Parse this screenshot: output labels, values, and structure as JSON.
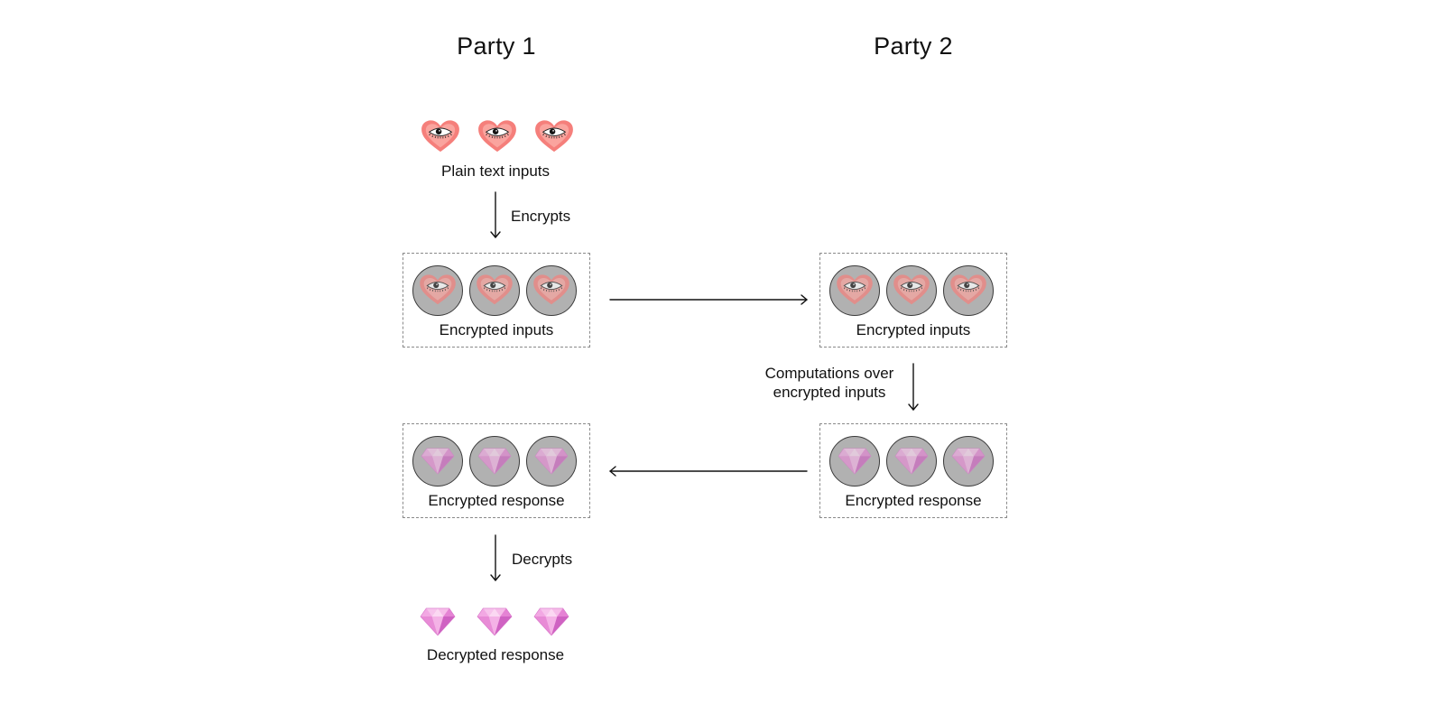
{
  "party1": {
    "title": "Party 1"
  },
  "party2": {
    "title": "Party 2"
  },
  "steps": {
    "plain_inputs": "Plain text inputs",
    "encrypts": "Encrypts",
    "p1_encrypted_inputs": "Encrypted inputs",
    "p2_encrypted_inputs": "Encrypted inputs",
    "computations_line1": "Computations over",
    "computations_line2": "encrypted inputs",
    "p2_encrypted_response": "Encrypted response",
    "p1_encrypted_response": "Encrypted response",
    "decrypts": "Decrypts",
    "decrypted_response": "Decrypted response"
  },
  "icons": {
    "input": "heart-eye-icon",
    "response": "gem-icon",
    "encrypted_container": "gray-circle-icon"
  },
  "colors": {
    "heart": "#f47c7c",
    "heart_light": "#fbb3ae",
    "gem": "#f08ad8",
    "gem_dark": "#c24fb8",
    "cipher_circle": "#b1b1b1",
    "box_border": "#8a8a8a",
    "text": "#111111"
  }
}
